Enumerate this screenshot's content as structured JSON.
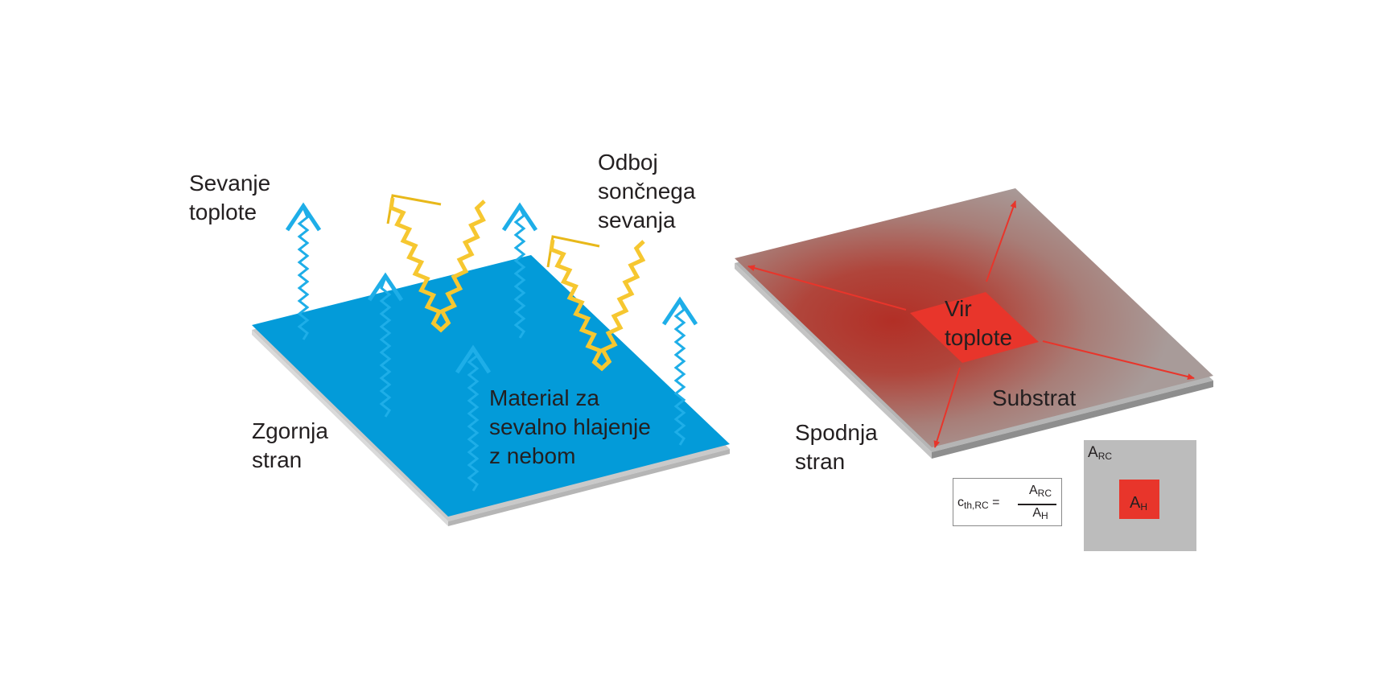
{
  "labels": {
    "heat_radiation": [
      "Sevanje",
      "toplote"
    ],
    "solar_reflection": [
      "Odboj",
      "sončnega",
      "sevanja"
    ],
    "top_side": [
      "Zgornja",
      "stran"
    ],
    "material": [
      "Material za",
      "sevalno hlajenje",
      "z nebom"
    ],
    "heat_source": [
      "Vir",
      "toplote"
    ],
    "substrate": "Substrat",
    "bottom_side": [
      "Spodnja",
      "stran"
    ]
  },
  "formula": {
    "lhs_main": "c",
    "lhs_sub": "th,RC",
    "equals": "=",
    "num_main": "A",
    "num_sub": "RC",
    "den_main": "A",
    "den_sub": "H"
  },
  "area_box": {
    "outer_main": "A",
    "outer_sub": "RC",
    "inner_main": "A",
    "inner_sub": "H"
  },
  "colors": {
    "material_blue": "#039bd9",
    "heat_arrow_blue": "#1eaee8",
    "solar_yellow": "#f6c730",
    "heat_red": "#e8352b",
    "substrate_gray": "#a89a98",
    "area_gray": "#bcbcbc",
    "plate_edge_gray": "#c9c9c9"
  },
  "icons": {
    "heat_arrow": "wavy-up-arrow-icon",
    "solar_ray": "zigzag-reflection-icon",
    "spread_arrow": "double-headed-arrow-icon"
  }
}
